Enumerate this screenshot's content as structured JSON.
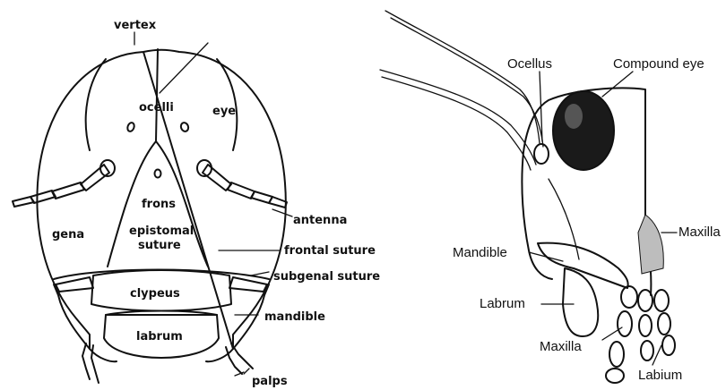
{
  "front_view": {
    "labels": {
      "vertex": "vertex",
      "ocelli": "ocelli",
      "eye": "eye",
      "frons": "frons",
      "gena": "gena",
      "epistomal_suture": [
        "epistomal",
        "suture"
      ],
      "antenna": "antenna",
      "frontal_suture": "frontal suture",
      "subgenal_suture": "subgenal suture",
      "clypeus": "clypeus",
      "mandible": "mandible",
      "labrum": "labrum",
      "palps": "palps"
    }
  },
  "side_view": {
    "labels": {
      "ocellus": "Ocellus",
      "compound_eye": "Compound eye",
      "maxilla_upper": "Maxilla",
      "mandible": "Mandible",
      "labrum": "Labrum",
      "maxilla_lower": "Maxilla",
      "labium": "Labium"
    }
  }
}
